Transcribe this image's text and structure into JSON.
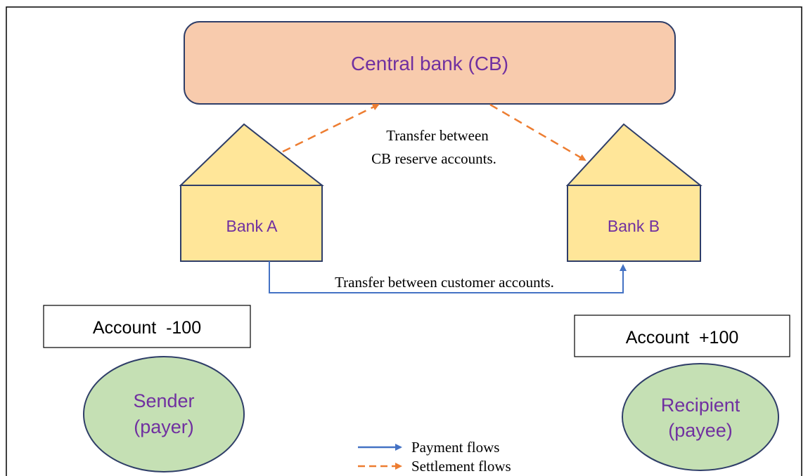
{
  "central_bank": {
    "label": "Central bank (CB)"
  },
  "bank_a": {
    "label": "Bank A"
  },
  "bank_b": {
    "label": "Bank B"
  },
  "reserve_transfer": {
    "line1": "Transfer between",
    "line2": "CB reserve accounts."
  },
  "customer_transfer": {
    "label": "Transfer between customer accounts."
  },
  "sender_account": {
    "label": "Account  -100"
  },
  "recipient_account": {
    "label": "Account  +100"
  },
  "sender": {
    "line1": "Sender",
    "line2": "(payer)"
  },
  "recipient": {
    "line1": "Recipient",
    "line2": "(payee)"
  },
  "legend": {
    "payment": "Payment flows",
    "settlement": "Settlement flows"
  },
  "colors": {
    "central_bank_fill": "#f8cbad",
    "bank_fill": "#ffe699",
    "party_fill": "#c5e0b4",
    "text_accent": "#7030a0",
    "payment_flow": "#4472c4",
    "settlement_flow": "#ed7d31",
    "outline": "#2f3e68"
  }
}
